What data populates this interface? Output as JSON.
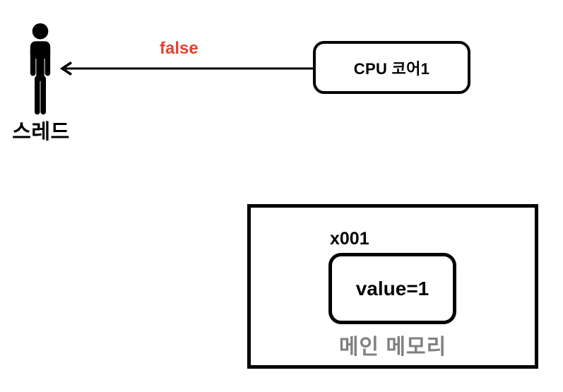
{
  "diagram": {
    "thread": {
      "label": "스레드",
      "icon": "person-icon"
    },
    "arrow": {
      "label": "false",
      "label_color": "#e0432e",
      "from": "CPU 코어1",
      "to": "스레드"
    },
    "cpu": {
      "label": "CPU 코어1"
    },
    "memory": {
      "address": "x001",
      "value": "value=1",
      "title": "메인 메모리",
      "title_color": "#808080"
    }
  },
  "colors": {
    "background": "#ffffff",
    "stroke": "#000000",
    "false_text": "#e0432e",
    "memory_title_text": "#808080"
  }
}
